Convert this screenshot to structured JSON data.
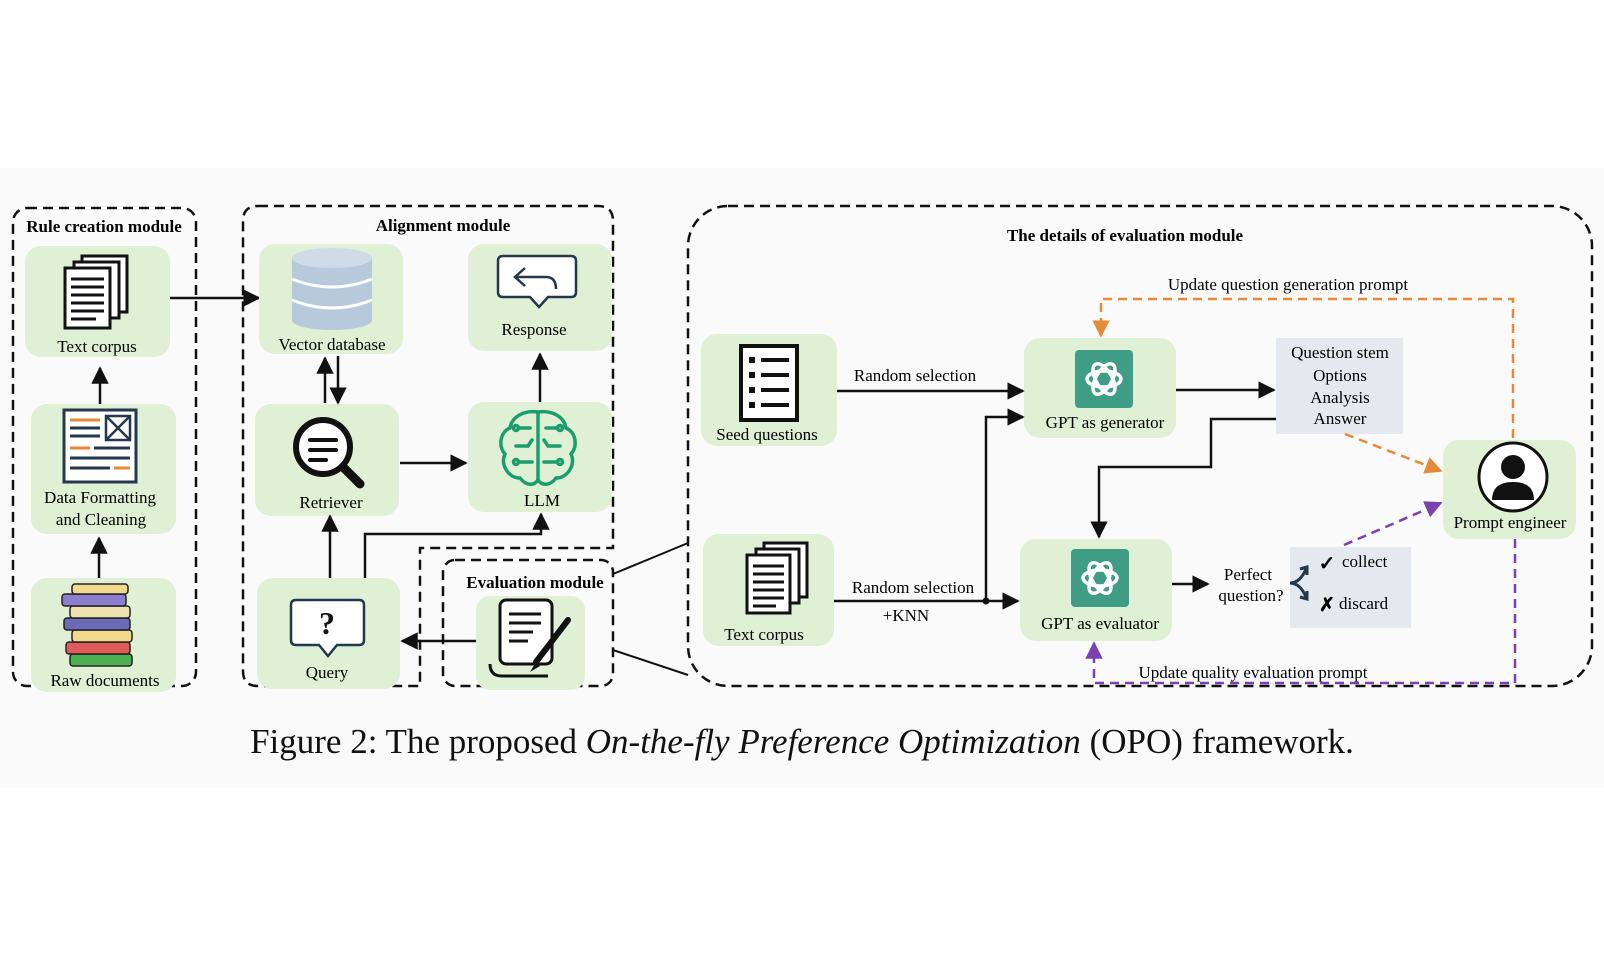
{
  "rule_module": {
    "title": "Rule creation module",
    "text_corpus": "Text corpus",
    "data_formatting": [
      "Data Formatting",
      "and Cleaning"
    ],
    "raw_documents": "Raw documents"
  },
  "alignment_module": {
    "title": "Alignment module",
    "vector_database": "Vector database",
    "response": "Response",
    "retriever": "Retriever",
    "llm": "LLM",
    "query": "Query"
  },
  "evaluation_module": {
    "title": "Evaluation module"
  },
  "details_module": {
    "title": "The details of evaluation module",
    "seed_questions": "Seed questions",
    "text_corpus": "Text corpus",
    "random_selection_top": "Random selection",
    "random_selection_bottom": "Random selection",
    "knn": "+KNN",
    "gpt_generator": "GPT as generator",
    "gpt_evaluator": "GPT as evaluator",
    "question_parts": [
      "Question stem",
      "Options",
      "Analysis",
      "Answer"
    ],
    "perfect_question": [
      "Perfect",
      "question?"
    ],
    "collect": "collect",
    "discard": "discard",
    "prompt_engineer": "Prompt engineer",
    "update_generation": "Update question generation prompt",
    "update_evaluation": "Update quality evaluation prompt"
  },
  "caption": {
    "prefix": "Figure 2: The proposed ",
    "italic": "On-the-fly Preference Optimization",
    "suffix": " (OPO) framework."
  },
  "colors": {
    "node_fill": "#dff0d5",
    "question_box_fill": "#e3e9ef",
    "orange_arrow": "#e68a3a",
    "purple_arrow": "#7a3fb0",
    "llm_green": "#1b9e6e",
    "gpt_teal": "#3f9d86"
  }
}
